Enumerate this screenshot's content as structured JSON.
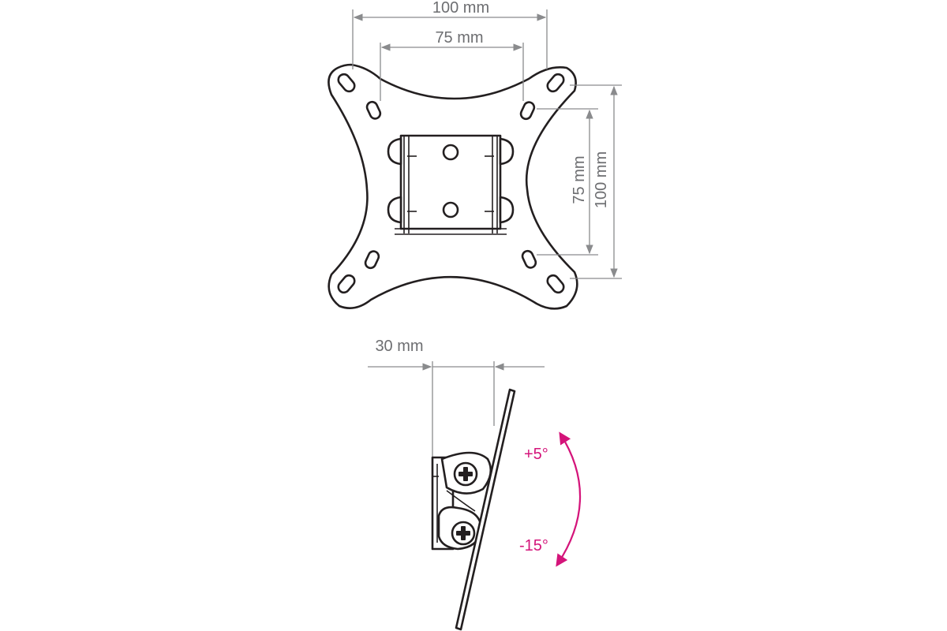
{
  "dimensions": {
    "top_width_outer": "100 mm",
    "top_width_inner": "75 mm",
    "side_height_inner": "75 mm",
    "side_height_outer": "100 mm",
    "depth": "30 mm"
  },
  "tilt": {
    "up_label": "+5°",
    "down_label": "-15°"
  },
  "colors": {
    "outline": "#231f20",
    "dimension": "#8a8b8d",
    "tilt_accent": "#d4147a"
  }
}
